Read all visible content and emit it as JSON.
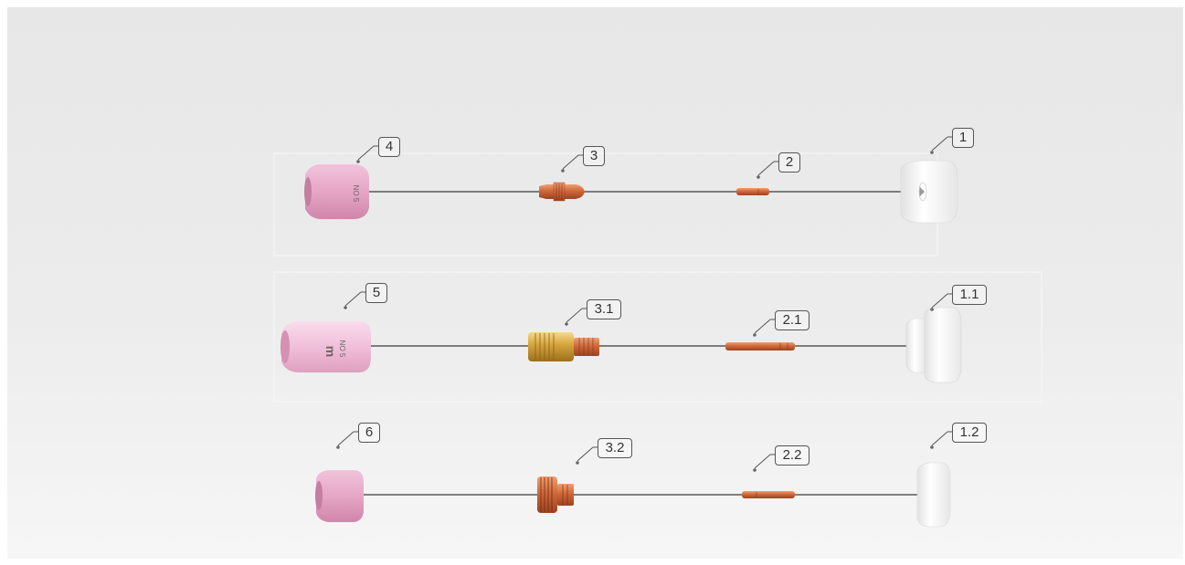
{
  "rows": [
    {
      "callouts": [
        "4",
        "3",
        "2",
        "1"
      ]
    },
    {
      "callouts": [
        "5",
        "3.1",
        "2.1",
        "1.1"
      ]
    },
    {
      "callouts": [
        "6",
        "3.2",
        "2.2",
        "1.2"
      ]
    }
  ],
  "nozzle_markings": {
    "row1": "NO 5",
    "row2_logo": "m",
    "row2": "NO 5"
  },
  "colors": {
    "ceramic_pink": "#e8a9c8",
    "copper": "#d2703f",
    "brass": "#d9a640",
    "white_insulator": "#f4f4f4",
    "axis_line": "#3a3a3a"
  }
}
